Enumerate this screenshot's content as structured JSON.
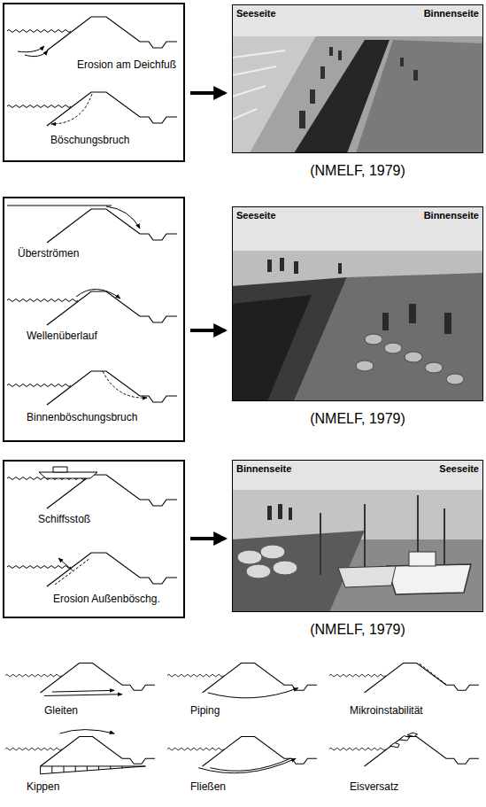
{
  "diagram": {
    "nodes": [
      {
        "text": [
          "Erosion am Deichfuß",
          "Böschungsbruch"
        ]
      },
      {
        "text": [
          "Seeseite",
          "Binnenseite",
          "(NMELF, 1979)"
        ]
      },
      {
        "text": [
          "Überströmen",
          "Wellenüberlauf",
          "Binnenböschungsbruch"
        ]
      },
      {
        "text": [
          "Seeseite",
          "Binnenseite",
          "(NMELF, 1979)"
        ]
      },
      {
        "text": [
          "Schiffsstoß",
          "Erosion Außenböschg."
        ]
      },
      {
        "text": [
          "Binnenseite",
          "Seeseite",
          "(NMELF, 1979)"
        ]
      }
    ],
    "edges": [
      {
        "from": 0,
        "to": 1,
        "arrow": "to"
      },
      {
        "from": 2,
        "to": 3,
        "arrow": "to"
      },
      {
        "from": 4,
        "to": 5,
        "arrow": "to"
      }
    ],
    "labels": [
      "Gleiten",
      "Piping",
      "Mikroinstabilität",
      "Kippen",
      "Fließen",
      "Eisversatz"
    ]
  }
}
